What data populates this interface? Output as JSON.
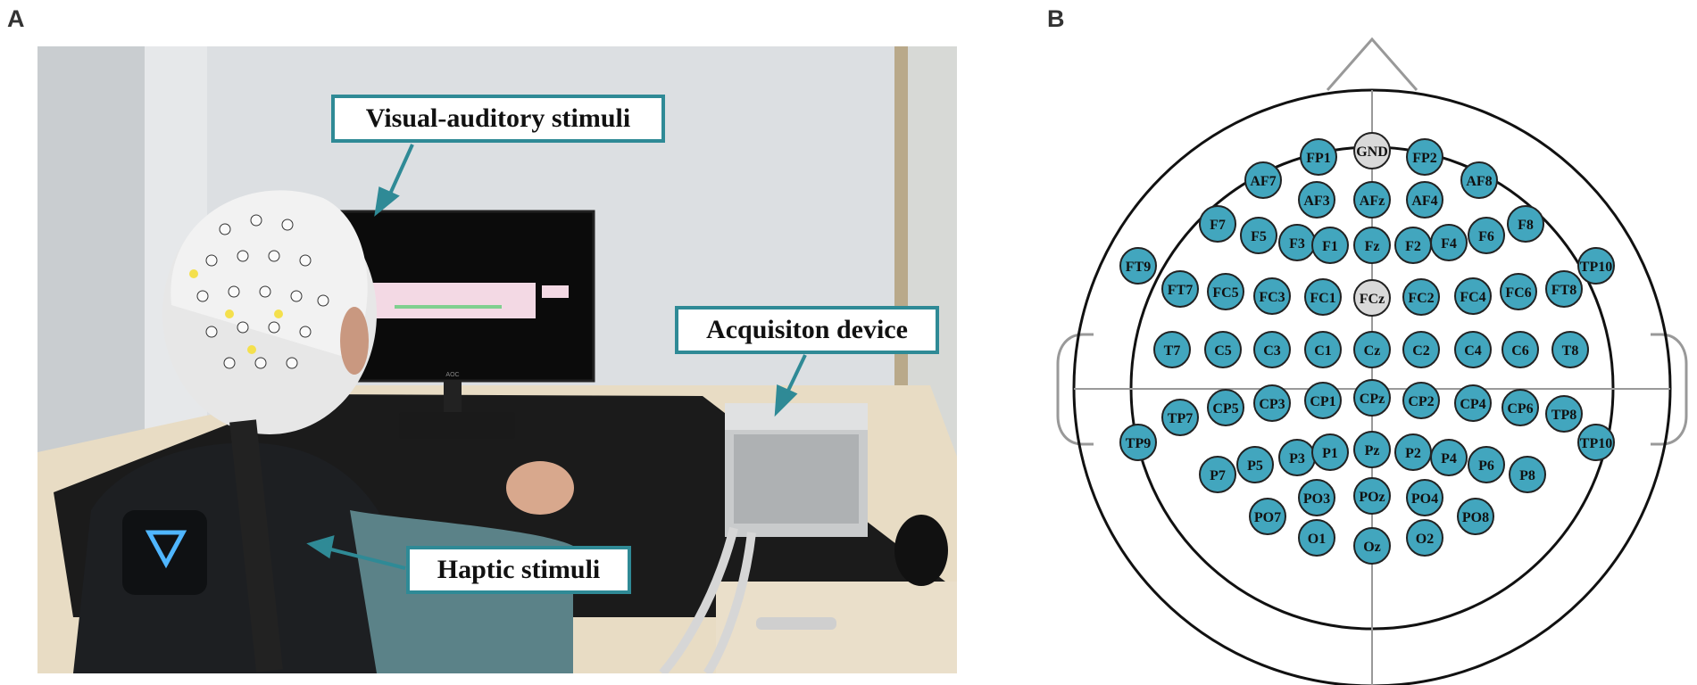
{
  "panels": {
    "a_label": "A",
    "b_label": "B"
  },
  "callouts": {
    "visual": "Visual-auditory stimuli",
    "acquisition": "Acquisiton device",
    "haptic": "Haptic stimuli"
  },
  "monitor": {
    "brand": "AOC"
  },
  "colors": {
    "electrode": "#42a6be",
    "reference": "#d9d9d9",
    "callout_border": "#2f8a96"
  },
  "electrodes": [
    {
      "name": "GND",
      "type": "reference"
    },
    {
      "name": "FP1",
      "type": "channel"
    },
    {
      "name": "FP2",
      "type": "channel"
    },
    {
      "name": "AF7",
      "type": "channel"
    },
    {
      "name": "AF3",
      "type": "channel"
    },
    {
      "name": "AFz",
      "type": "channel"
    },
    {
      "name": "AF4",
      "type": "channel"
    },
    {
      "name": "AF8",
      "type": "channel"
    },
    {
      "name": "F7",
      "type": "channel"
    },
    {
      "name": "F5",
      "type": "channel"
    },
    {
      "name": "F3",
      "type": "channel"
    },
    {
      "name": "F1",
      "type": "channel"
    },
    {
      "name": "Fz",
      "type": "channel"
    },
    {
      "name": "F2",
      "type": "channel"
    },
    {
      "name": "F4",
      "type": "channel"
    },
    {
      "name": "F6",
      "type": "channel"
    },
    {
      "name": "F8",
      "type": "channel"
    },
    {
      "name": "FT9",
      "type": "channel"
    },
    {
      "name": "FT7",
      "type": "channel"
    },
    {
      "name": "FC5",
      "type": "channel"
    },
    {
      "name": "FC3",
      "type": "channel"
    },
    {
      "name": "FC1",
      "type": "channel"
    },
    {
      "name": "FCz",
      "type": "reference"
    },
    {
      "name": "FC2",
      "type": "channel"
    },
    {
      "name": "FC4",
      "type": "channel"
    },
    {
      "name": "FC6",
      "type": "channel"
    },
    {
      "name": "FT8",
      "type": "channel"
    },
    {
      "name": "TP10",
      "type": "channel"
    },
    {
      "name": "T7",
      "type": "channel"
    },
    {
      "name": "C5",
      "type": "channel"
    },
    {
      "name": "C3",
      "type": "channel"
    },
    {
      "name": "C1",
      "type": "channel"
    },
    {
      "name": "Cz",
      "type": "channel"
    },
    {
      "name": "C2",
      "type": "channel"
    },
    {
      "name": "C4",
      "type": "channel"
    },
    {
      "name": "C6",
      "type": "channel"
    },
    {
      "name": "T8",
      "type": "channel"
    },
    {
      "name": "TP7",
      "type": "channel"
    },
    {
      "name": "CP5",
      "type": "channel"
    },
    {
      "name": "CP3",
      "type": "channel"
    },
    {
      "name": "CP1",
      "type": "channel"
    },
    {
      "name": "CPz",
      "type": "channel"
    },
    {
      "name": "CP2",
      "type": "channel"
    },
    {
      "name": "CP4",
      "type": "channel"
    },
    {
      "name": "CP6",
      "type": "channel"
    },
    {
      "name": "TP8",
      "type": "channel"
    },
    {
      "name": "TP9",
      "type": "channel"
    },
    {
      "name": "TP10",
      "type": "channel"
    },
    {
      "name": "P7",
      "type": "channel"
    },
    {
      "name": "P5",
      "type": "channel"
    },
    {
      "name": "P3",
      "type": "channel"
    },
    {
      "name": "P1",
      "type": "channel"
    },
    {
      "name": "Pz",
      "type": "channel"
    },
    {
      "name": "P2",
      "type": "channel"
    },
    {
      "name": "P4",
      "type": "channel"
    },
    {
      "name": "P6",
      "type": "channel"
    },
    {
      "name": "P8",
      "type": "channel"
    },
    {
      "name": "PO7",
      "type": "channel"
    },
    {
      "name": "PO3",
      "type": "channel"
    },
    {
      "name": "POz",
      "type": "channel"
    },
    {
      "name": "PO4",
      "type": "channel"
    },
    {
      "name": "PO8",
      "type": "channel"
    },
    {
      "name": "O1",
      "type": "channel"
    },
    {
      "name": "Oz",
      "type": "channel"
    },
    {
      "name": "O2",
      "type": "channel"
    }
  ]
}
